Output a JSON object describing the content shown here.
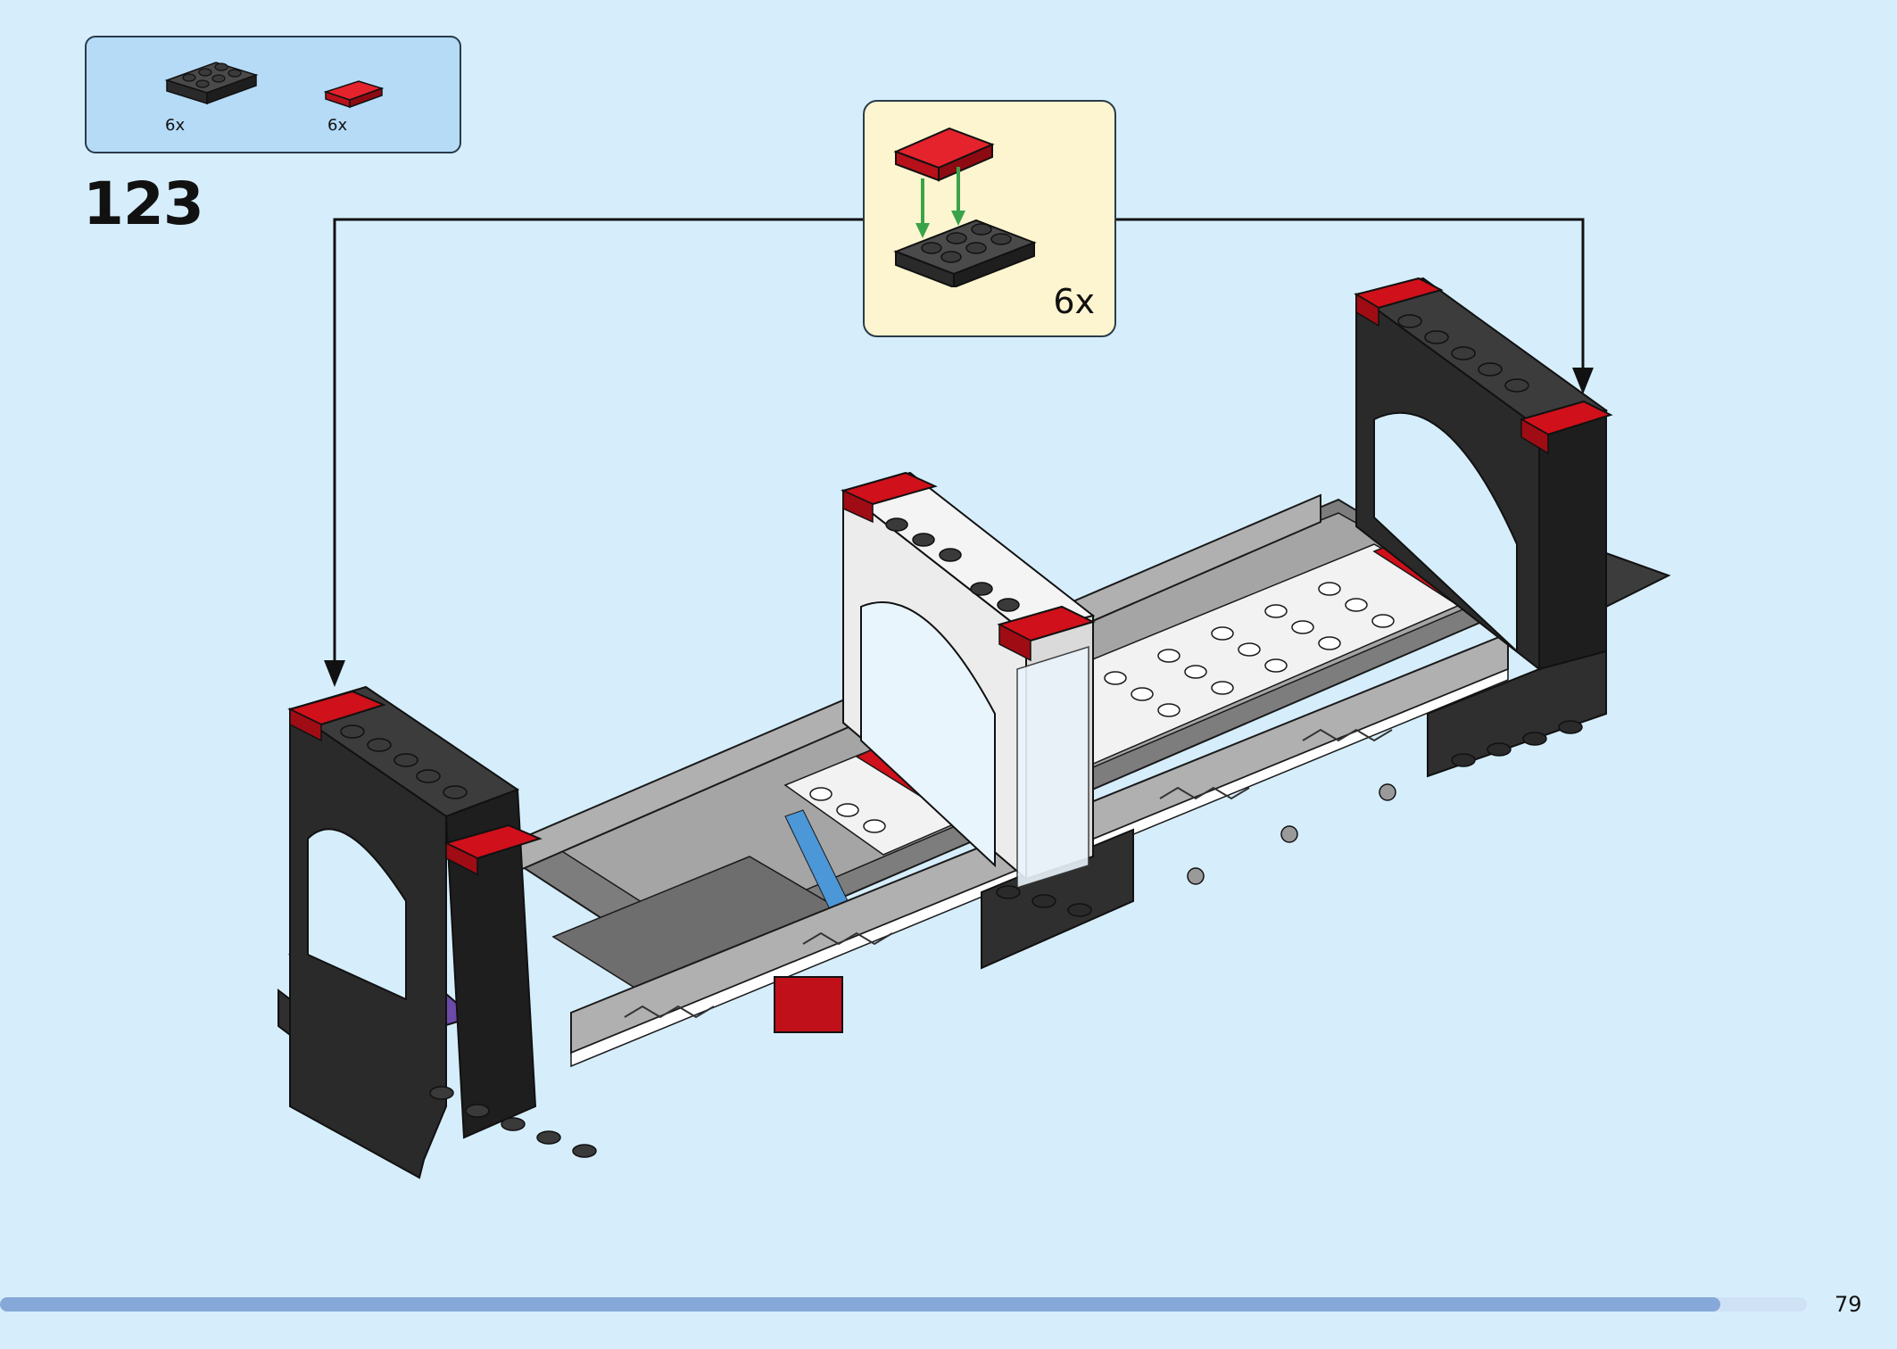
{
  "parts_list": {
    "items": [
      {
        "icon": "black-plate-2x3-icon",
        "quantity": "6x"
      },
      {
        "icon": "red-tile-1x2-icon",
        "quantity": "6x"
      }
    ]
  },
  "step": {
    "number": "123"
  },
  "callout": {
    "quantity": "6x",
    "icon": "red-tile-on-black-plate-icon"
  },
  "page": {
    "number": "79",
    "progress_fraction": 0.952
  },
  "colors": {
    "background": "#d6eefc",
    "parts_box": "#b5dbf7",
    "callout": "#fdf5cf",
    "brick_black": "#2f2f2f",
    "brick_red": "#d0101a",
    "brick_grey": "#9a9a9a",
    "brick_white": "#f4f4f4",
    "brick_purple": "#6b4aa8",
    "arrow_green": "#3aa34a",
    "progress": "#86a8d8"
  }
}
